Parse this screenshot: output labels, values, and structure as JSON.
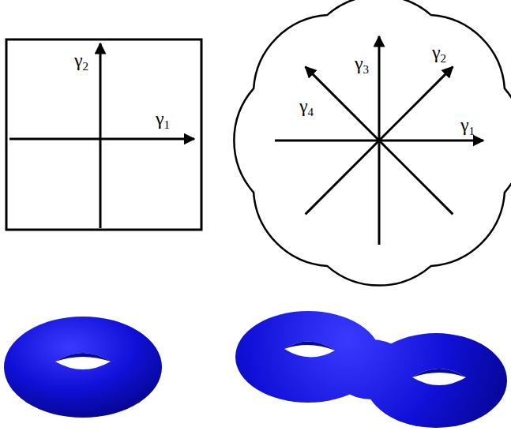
{
  "diagram": {
    "labels": [
      "γ2",
      "γ1",
      "γ3",
      "γ2",
      "γ4",
      "γ1"
    ]
  }
}
